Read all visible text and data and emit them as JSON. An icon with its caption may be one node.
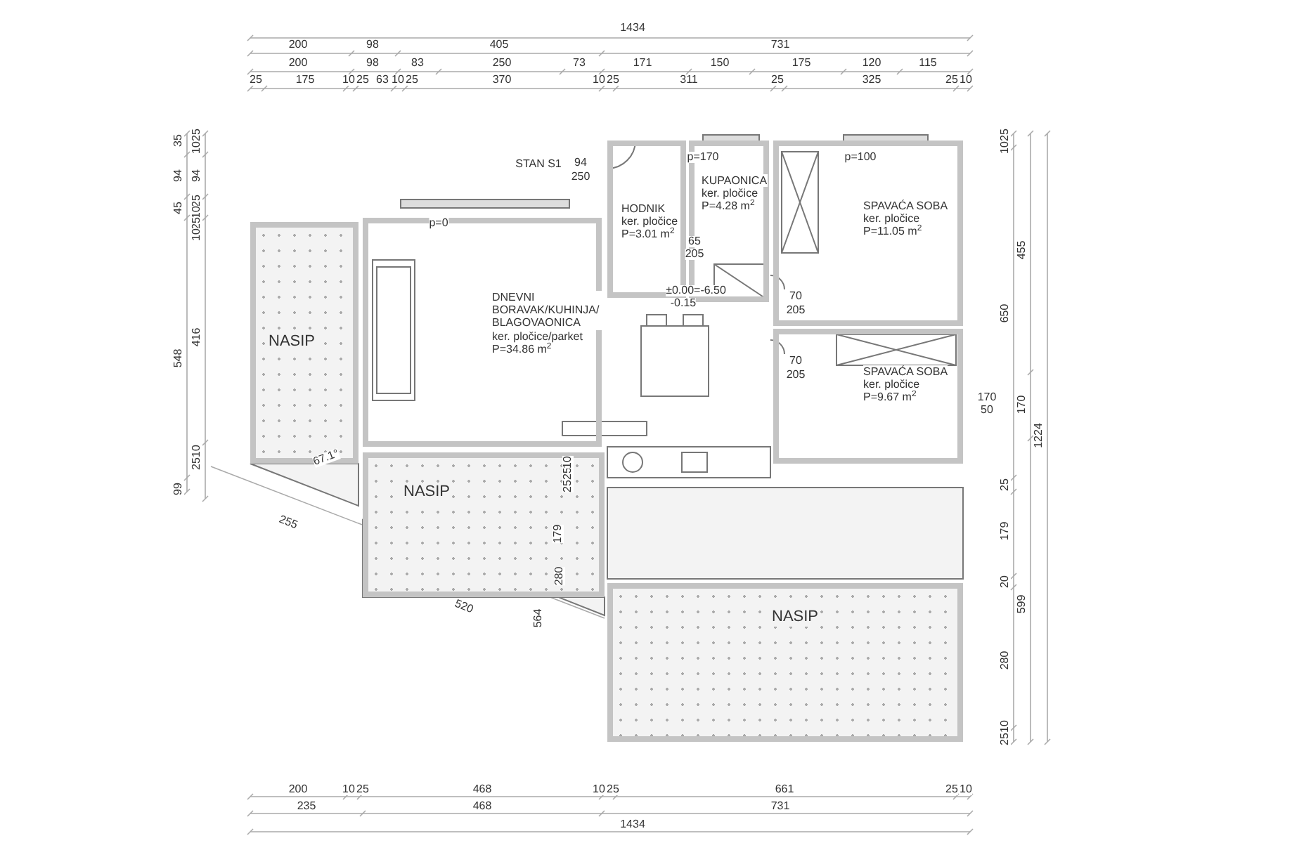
{
  "diagram": {
    "nodes": [
      {
        "text": [
          "DNEVNI BORAVAK/KUHINJA/ BLAGOVAONICA",
          "ker. pločice/parket",
          "P=34.86 m$^{2}$"
        ]
      },
      {
        "text": [
          "HODNIK",
          "ker. pločice",
          "P=3.01 m$^{2}$"
        ]
      },
      {
        "text": [
          "KUPAONICA",
          "ker. pločice",
          "P=4.28 m$^{2}$"
        ]
      },
      {
        "text": [
          "SPAVAĆA SOBA",
          "ker. pločice",
          "P=11.05 m$^{2}$"
        ]
      },
      {
        "text": [
          "SPAVAĆA SOBA",
          "ker. pločice",
          "P=9.67 m$^{2}$"
        ]
      },
      {
        "text": [
          "NASIP"
        ]
      },
      {
        "text": [
          "NASIP"
        ]
      },
      {
        "text": [
          "NASIP"
        ]
      }
    ],
    "edges": [],
    "labels": [
      "1434",
      "200",
      "98",
      "405",
      "731",
      "200",
      "98",
      "83",
      "250",
      "73",
      "171",
      "150",
      "175",
      "120",
      "115",
      "25",
      "175",
      "10",
      "25",
      "63",
      "10",
      "25",
      "370",
      "10",
      "25",
      "311",
      "25",
      "325",
      "25",
      "10",
      "35",
      "94",
      "45",
      "548",
      "99",
      "25",
      "10",
      "94",
      "25",
      "10",
      "25",
      "10",
      "416",
      "10",
      "25",
      "25",
      "10",
      "650",
      "25",
      "179",
      "20",
      "280",
      "10",
      "25",
      "455",
      "170",
      "599",
      "1224",
      "200",
      "10",
      "25",
      "468",
      "10",
      "25",
      "661",
      "25",
      "10",
      "235",
      "468",
      "731",
      "1434",
      "STAN S1",
      "94",
      "250",
      "p=0",
      "p=170",
      "p=100",
      "65",
      "205",
      "70",
      "205",
      "70",
      "205",
      "±0.00=-6.50",
      "-0.15",
      "170",
      "50",
      "67.1°",
      "255",
      "520",
      "564",
      "280",
      "179",
      "25",
      "25",
      "10"
    ]
  }
}
